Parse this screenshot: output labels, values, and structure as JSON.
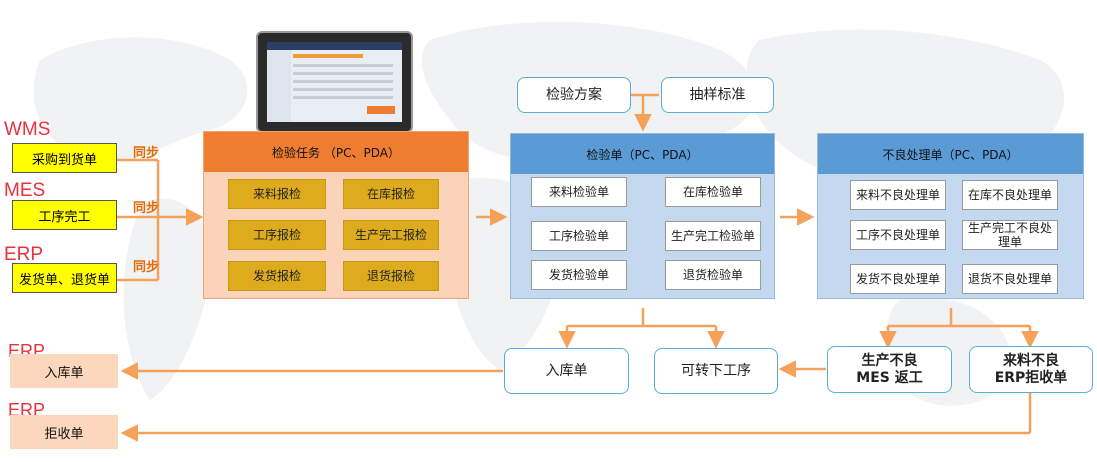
{
  "sources": [
    {
      "system": "WMS",
      "doc": "采购到货单",
      "sync": "同步"
    },
    {
      "system": "MES",
      "doc": "工序完工",
      "sync": "同步"
    },
    {
      "system": "ERP",
      "doc": "发货单、退货单",
      "sync": "同步"
    }
  ],
  "task_panel": {
    "title": "检验任务 （PC、PDA）",
    "items": [
      "来料报检",
      "在库报检",
      "工序报检",
      "生产完工报检",
      "发货报检",
      "退货报检"
    ]
  },
  "inspection_panel": {
    "title": "检验单（PC、PDA）",
    "items": [
      "来料检验单",
      "在库检验单",
      "工序检验单",
      "生产完工检验单",
      "发货检验单",
      "退货检验单"
    ]
  },
  "defect_panel": {
    "title": "不良处理单（PC、PDA）",
    "items": [
      "来料不良处理单",
      "在库不良处理单",
      "工序不良处理单",
      "生产完工不良处理单",
      "发货不良处理单",
      "退货不良处理单"
    ]
  },
  "plan": {
    "scheme": "检验方案",
    "sampling": "抽样标准"
  },
  "outcomes": {
    "warehouse_in": "入库单",
    "next_process": "可转下工序",
    "mes_rework": "生产不良\nMES 返工",
    "erp_reject": "来料不良\nERP拒收单"
  },
  "outputs": [
    {
      "system": "ERP",
      "doc": "入库单"
    },
    {
      "system": "ERP",
      "doc": "拒收单"
    }
  ],
  "colors": {
    "arrow": "#f5a15a",
    "task_head": "#ee7d31",
    "task_body": "#fad3b8",
    "blue_head": "#5a9bd5",
    "blue_body": "#c4d8ef",
    "gold_cell": "#ddab1d",
    "source_tag": "#e8323c",
    "yellow_doc": "#ffff00"
  }
}
